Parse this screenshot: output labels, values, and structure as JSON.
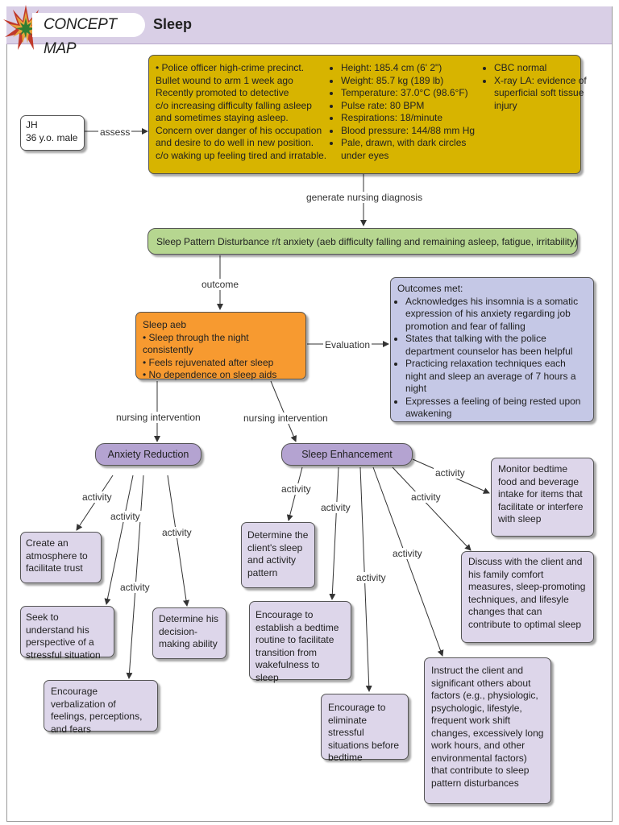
{
  "header": {
    "concept_map_label": "CONCEPT MAP",
    "title": "Sleep"
  },
  "client": {
    "name": "JH",
    "description": "36 y.o. male"
  },
  "links": {
    "assess": "assess",
    "generate_nursing_diagnosis": "generate nursing diagnosis",
    "outcome": "outcome",
    "evaluation": "Evaluation",
    "nursing_intervention_1": "nursing intervention",
    "nursing_intervention_2": "nursing intervention",
    "activity": "activity"
  },
  "assessment": {
    "col1": [
      "Police officer high-crime precinct.",
      "Bullet wound to arm 1 week ago",
      "Recently promoted to detective",
      "c/o increasing difficulty falling asleep",
      "and sometimes staying asleep.",
      "Concern over danger of his occupation",
      "and desire to do well in new position.",
      "c/o waking up feeling tired and irratable."
    ],
    "col2": [
      "Height: 185.4 cm (6' 2\")",
      "Weight: 85.7 kg (189 lb)",
      "Temperature: 37.0°C (98.6°F)",
      "Pulse rate: 80 BPM",
      "Respirations: 18/minute",
      "Blood pressure: 144/88 mm Hg",
      "Pale, drawn, with dark circles under eyes"
    ],
    "col3": [
      "CBC normal",
      "X-ray LA: evidence of superficial soft tissue injury"
    ]
  },
  "diagnosis": "Sleep Pattern Disturbance r/t anxiety (aeb difficulty falling and remaining asleep, fatigue, irritability)",
  "outcome": {
    "title": "Sleep aeb",
    "items": [
      "Sleep through the night consistently",
      "Feels rejuvenated after sleep",
      "No dependence on sleep aids"
    ]
  },
  "outcomes_met": {
    "title": "Outcomes met:",
    "items": [
      "Acknowledges his insomnia is a somatic expression of his anxiety regarding job promotion and fear of falling",
      "States that talking with the police department counselor has been helpful",
      "Practicing relaxation techniques each night and sleep an average of 7 hours a night",
      "Expresses a feeling of being rested upon awakening"
    ]
  },
  "interventions": {
    "anxiety_reduction": "Anxiety Reduction",
    "sleep_enhancement": "Sleep Enhancement"
  },
  "activities": {
    "create_atmosphere": "Create an atmosphere to facilitate trust",
    "understand_perspective": "Seek to understand his perspective of a stressful situation",
    "encourage_verbalization": "Encourage verbalization of feelings, perceptions, and fears",
    "decision_making": "Determine his decision-making ability",
    "determine_pattern": "Determine the client's sleep and activity pattern",
    "bedtime_routine": "Encourage to establish a bedtime routine to facilitate transition from wakefulness to sleep",
    "eliminate_stress": "Encourage to eliminate stressful situations before bedtime",
    "instruct_factors": "Instruct the client and significant others about factors (e.g., physiologic, psychologic, lifestyle, frequent work shift changes, excessively long work hours, and other environmental factors) that contribute to sleep pattern disturbances",
    "discuss_comfort": "Discuss with the client and his family comfort measures, sleep-promoting techniques, and lifesyle changes that can contribute to optimal sleep",
    "monitor_bedtime": "Monitor bedtime food and beverage intake for items that facilitate or interfere with sleep"
  },
  "colors": {
    "header_band": "#d9cfe6",
    "assessment": "#d7b400",
    "diagnosis": "#b6d690",
    "outcome": "#f79a30",
    "outcomes_met": "#c5c8e6",
    "intervention": "#b4a3d1",
    "activity": "#ddd6ea"
  }
}
